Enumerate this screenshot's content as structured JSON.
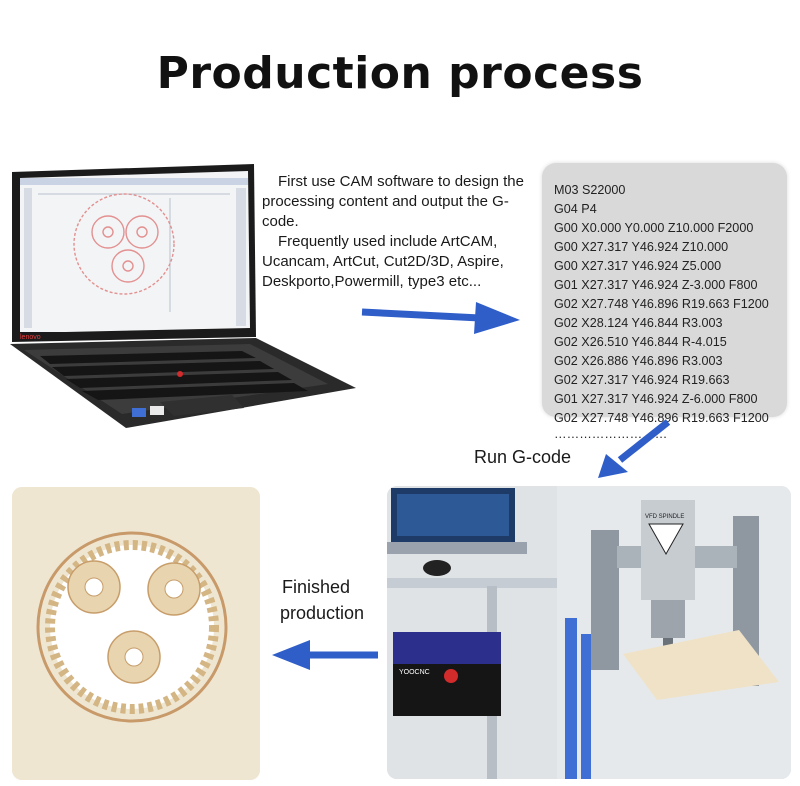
{
  "title": "Production process",
  "intro": {
    "paragraph1": "First use CAM software to design the processing content and output the G-code.",
    "paragraph2": "Frequently used include ArtCAM, Ucancam, ArtCut, Cut2D/3D, Aspire, Deskporto,Powermill, type3 etc..."
  },
  "gcode_lines": [
    "M03 S22000",
    "G04 P4",
    "G00 X0.000 Y0.000 Z10.000 F2000",
    "G00 X27.317 Y46.924 Z10.000",
    "G00 X27.317 Y46.924 Z5.000",
    "G01 X27.317 Y46.924 Z-3.000 F800",
    "G02 X27.748 Y46.896 R19.663 F1200",
    "G02 X28.124 Y46.844 R3.003",
    "G02 X26.510 Y46.844 R-4.015",
    "G02 X26.886 Y46.896 R3.003",
    "G02 X27.317 Y46.924 R19.663",
    "G01 X27.317 Y46.924 Z-6.000 F800",
    "G02 X27.748 Y46.896 R19.663 F1200",
    "………………………"
  ],
  "run_label": "Run G-code",
  "finished_label": {
    "line1": "Finished",
    "line2": "production"
  },
  "laptop": {
    "brand": "lenovo"
  },
  "machine": {
    "controller_brand": "YOOCNC",
    "spindle_label": "VFD SPINDLE"
  },
  "colors": {
    "arrow": "#2f5ec9",
    "gcode_bg": "#d9d9d9",
    "gear_line": "#e39090"
  }
}
